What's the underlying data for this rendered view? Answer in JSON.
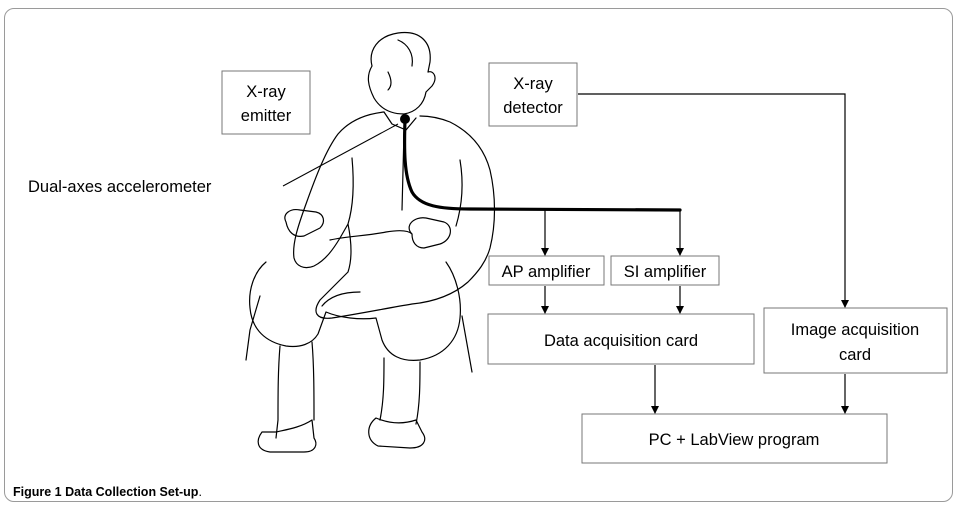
{
  "diagram": {
    "labels": {
      "xray_emitter_1": "X-ray",
      "xray_emitter_2": "emitter",
      "xray_detector_1": "X-ray",
      "xray_detector_2": "detector",
      "accelerometer": "Dual-axes accelerometer",
      "ap_amplifier": "AP amplifier",
      "si_amplifier": "SI amplifier",
      "data_acquisition": "Data acquisition card",
      "image_acquisition_1": "Image acquisition",
      "image_acquisition_2": "card",
      "pc": "PC + LabView program"
    }
  },
  "caption": {
    "bold": "Figure 1 Data Collection Set-up",
    "rest": "."
  }
}
